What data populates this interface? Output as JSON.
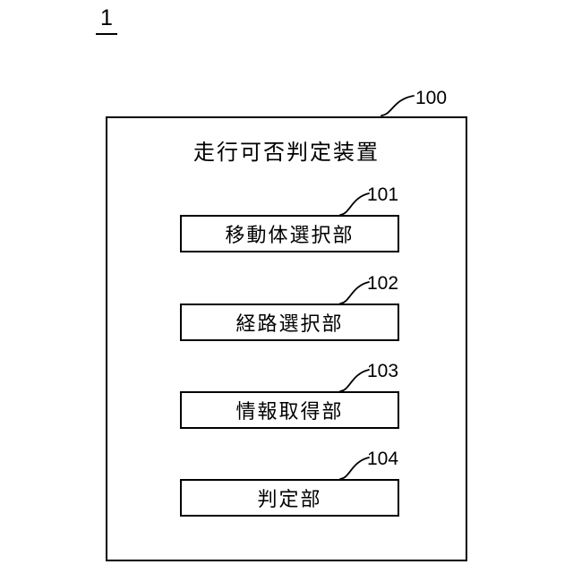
{
  "figure": {
    "number": "1"
  },
  "device": {
    "ref": "100",
    "title": "走行可否判定装置"
  },
  "blocks": [
    {
      "ref": "101",
      "label": "移動体選択部"
    },
    {
      "ref": "102",
      "label": "経路選択部"
    },
    {
      "ref": "103",
      "label": "情報取得部"
    },
    {
      "ref": "104",
      "label": "判定部"
    }
  ]
}
